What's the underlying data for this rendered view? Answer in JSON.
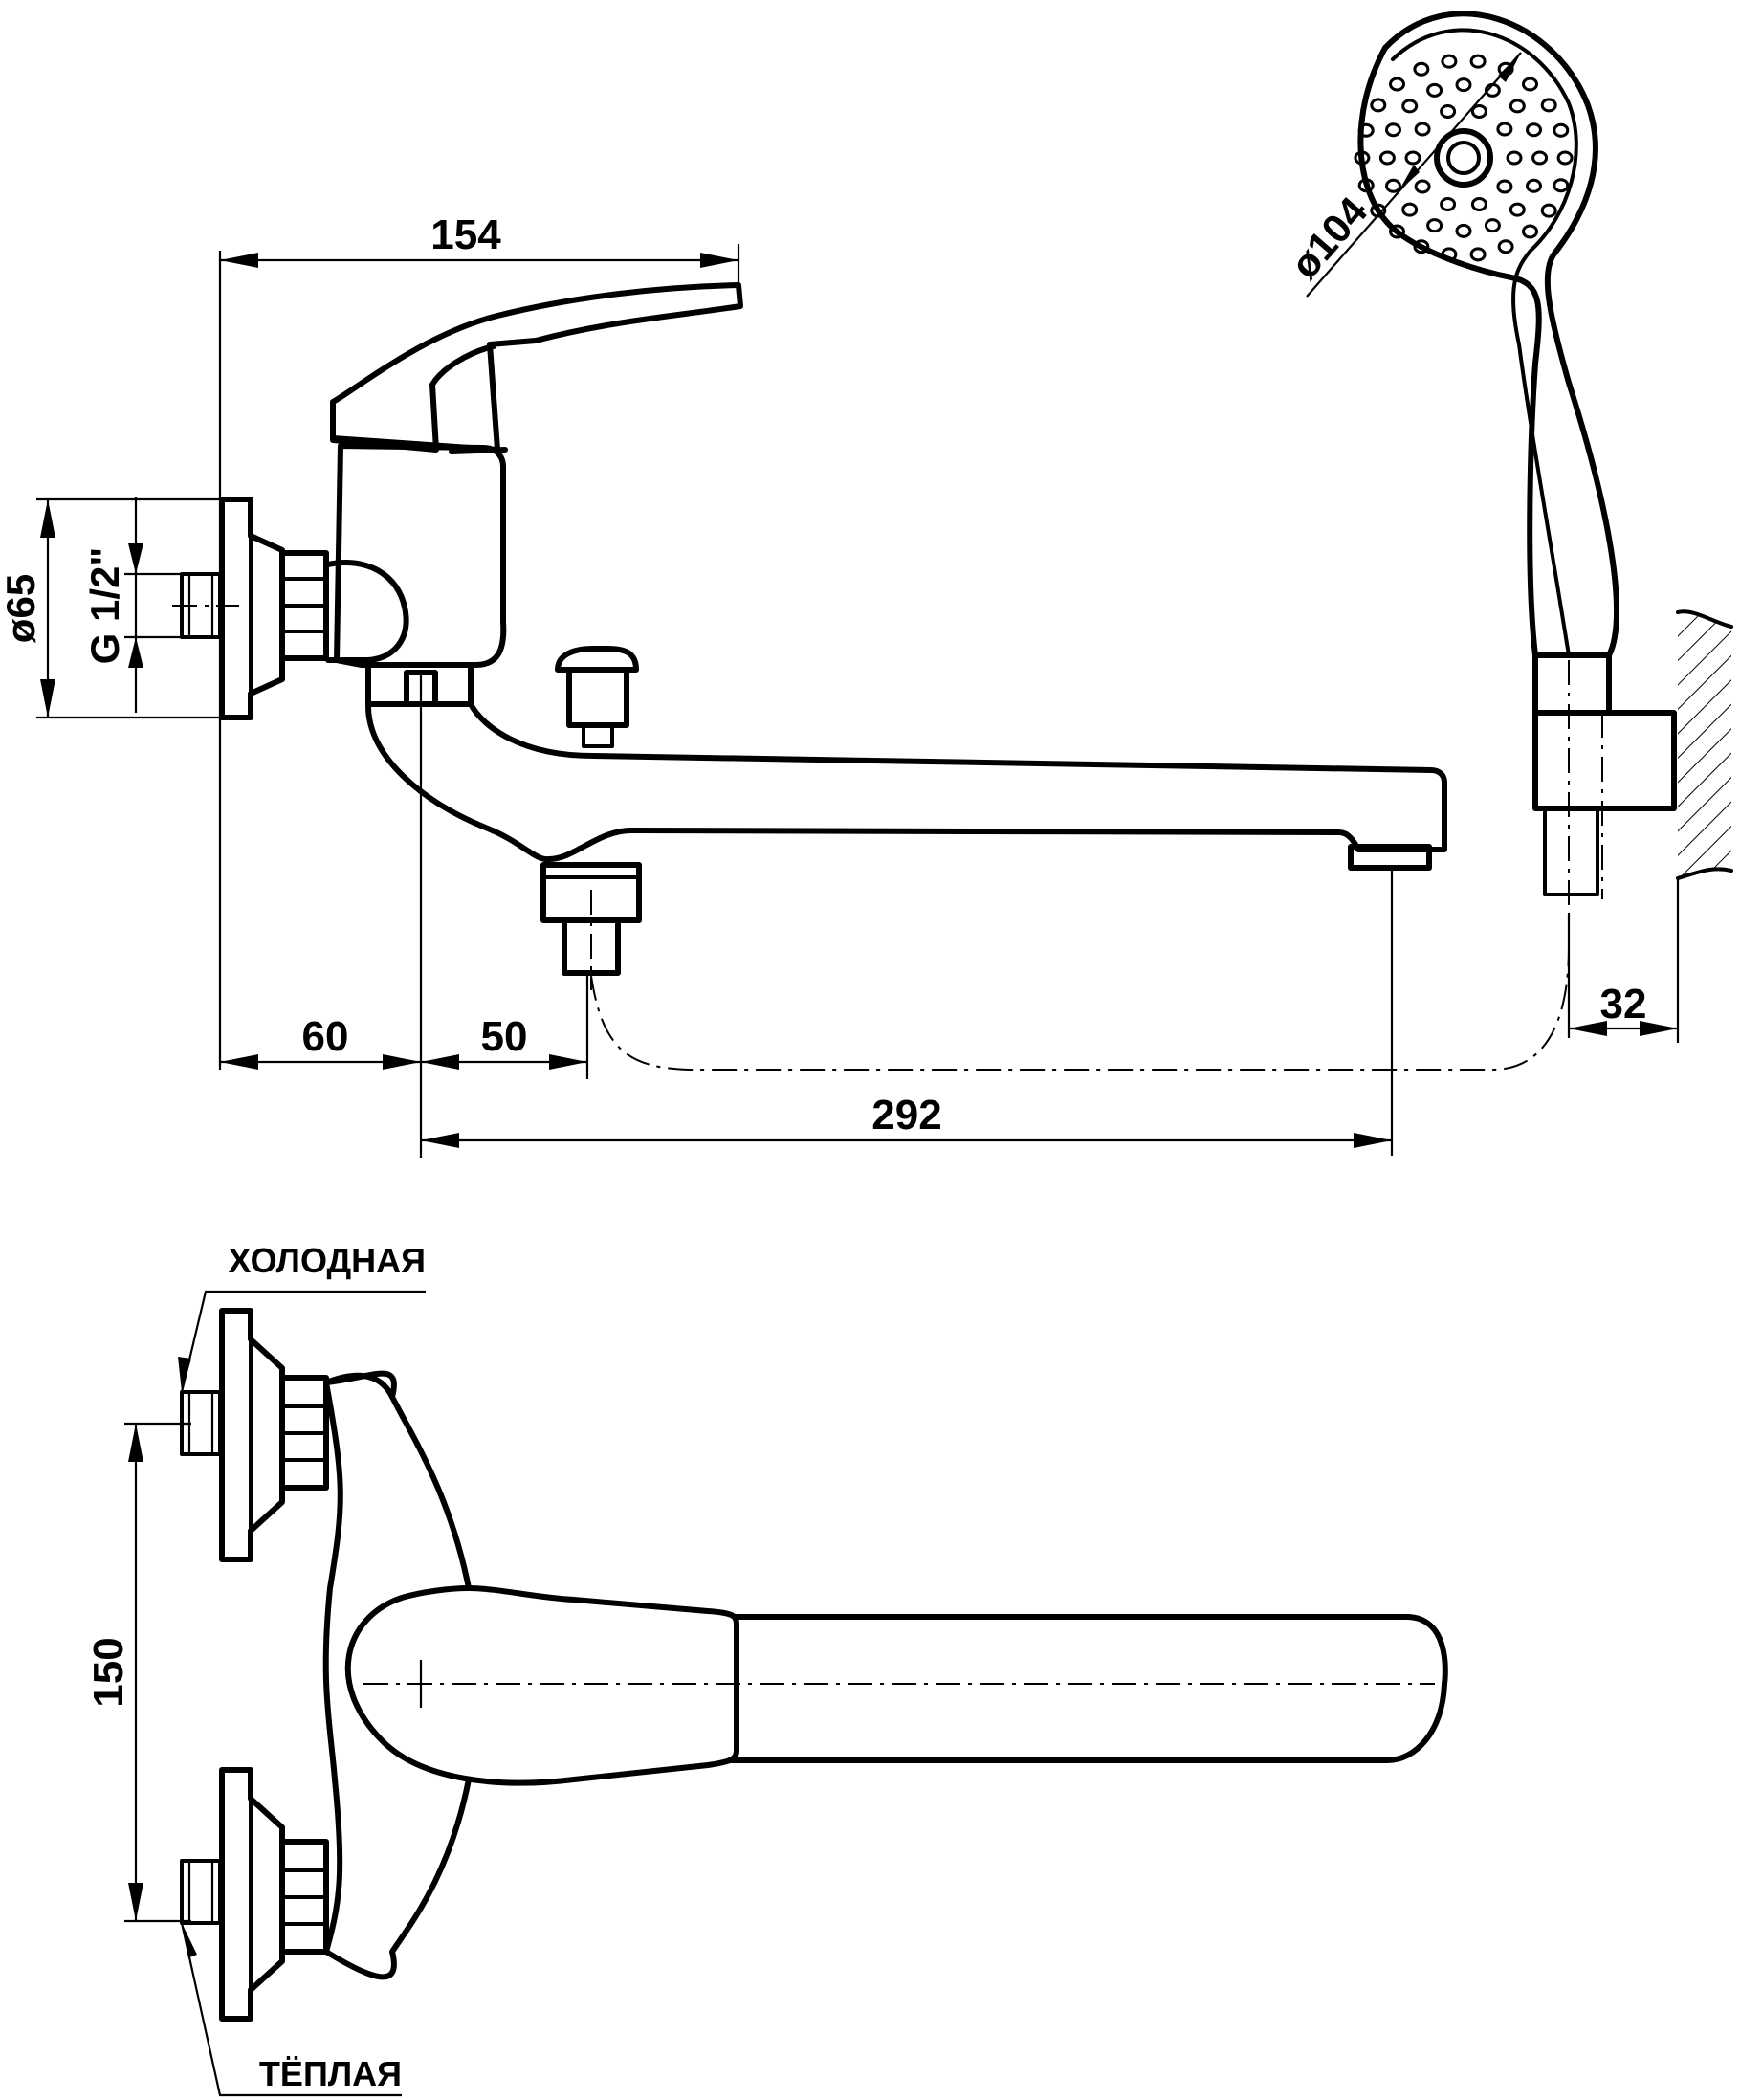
{
  "diagram": {
    "dimensions": {
      "overall_width": "154",
      "flange_diameter": "ø65",
      "thread": "G 1/2\"",
      "shower_head_diameter": "ø104",
      "wall_to_body": "60",
      "body_to_diverter": "50",
      "spout_reach": "292",
      "holder_offset": "32",
      "inlet_spacing": "150"
    },
    "labels": {
      "cold": "ХОЛОДНАЯ",
      "warm": "ТЁПЛАЯ"
    }
  }
}
